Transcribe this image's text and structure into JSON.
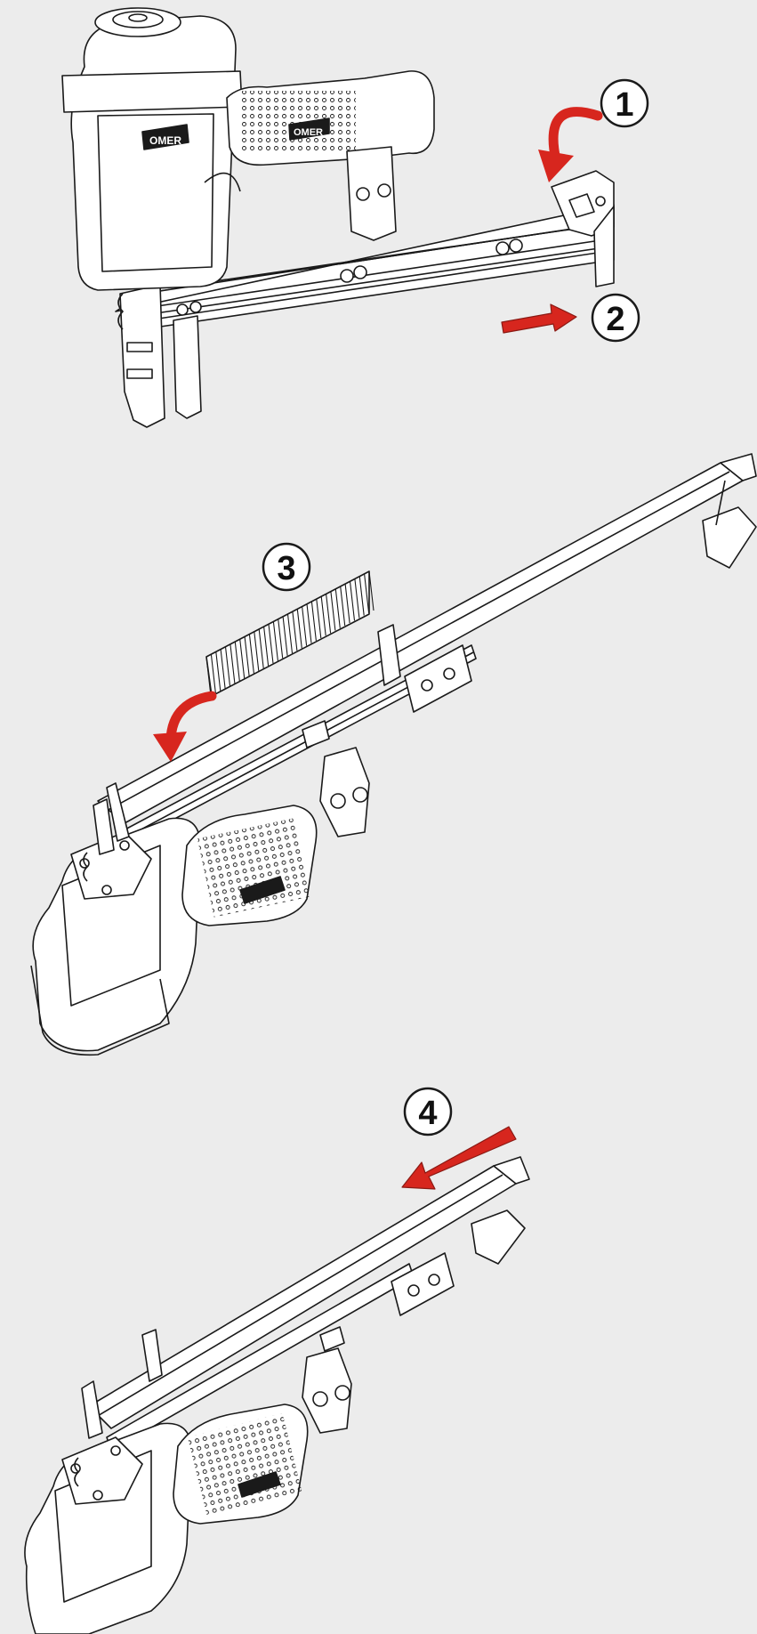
{
  "steps": [
    {
      "number": "1",
      "arrow": "curved-arrow-down-left"
    },
    {
      "number": "2",
      "arrow": "straight-arrow-right"
    },
    {
      "number": "3",
      "arrow": "curved-arrow-down-left"
    },
    {
      "number": "4",
      "arrow": "straight-arrow-down-left"
    }
  ],
  "tool": {
    "brand_mark": "OMER"
  },
  "colors": {
    "background": "#ececec",
    "arrow": "#d7261e",
    "line": "#1a1a1a",
    "fill": "#ffffff"
  }
}
